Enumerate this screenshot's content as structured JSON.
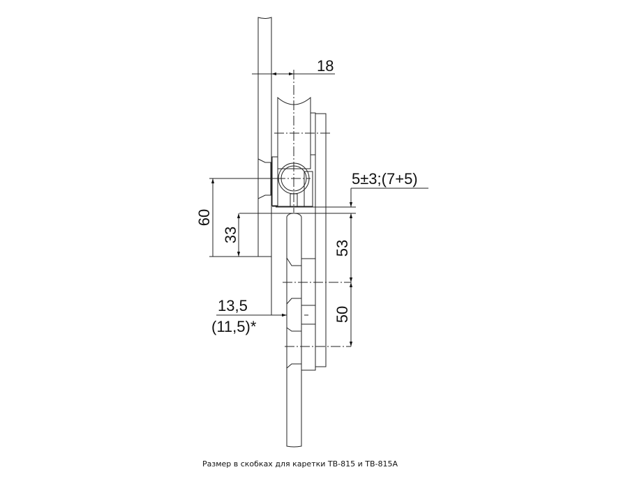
{
  "dimensions": {
    "offset": "18",
    "adjust": "5±3;(7+5)",
    "height_total": "60",
    "height_lower": "33",
    "hole_spacing_upper": "53",
    "hole_spacing_lower": "50",
    "glass_offset": "13,5",
    "glass_offset_alt": "(11,5)*"
  },
  "caption": "Размер в скобках для каретки ТВ-815 и ТВ-815А",
  "colors": {
    "glass": "#c8c8c8",
    "line": "#222222"
  }
}
